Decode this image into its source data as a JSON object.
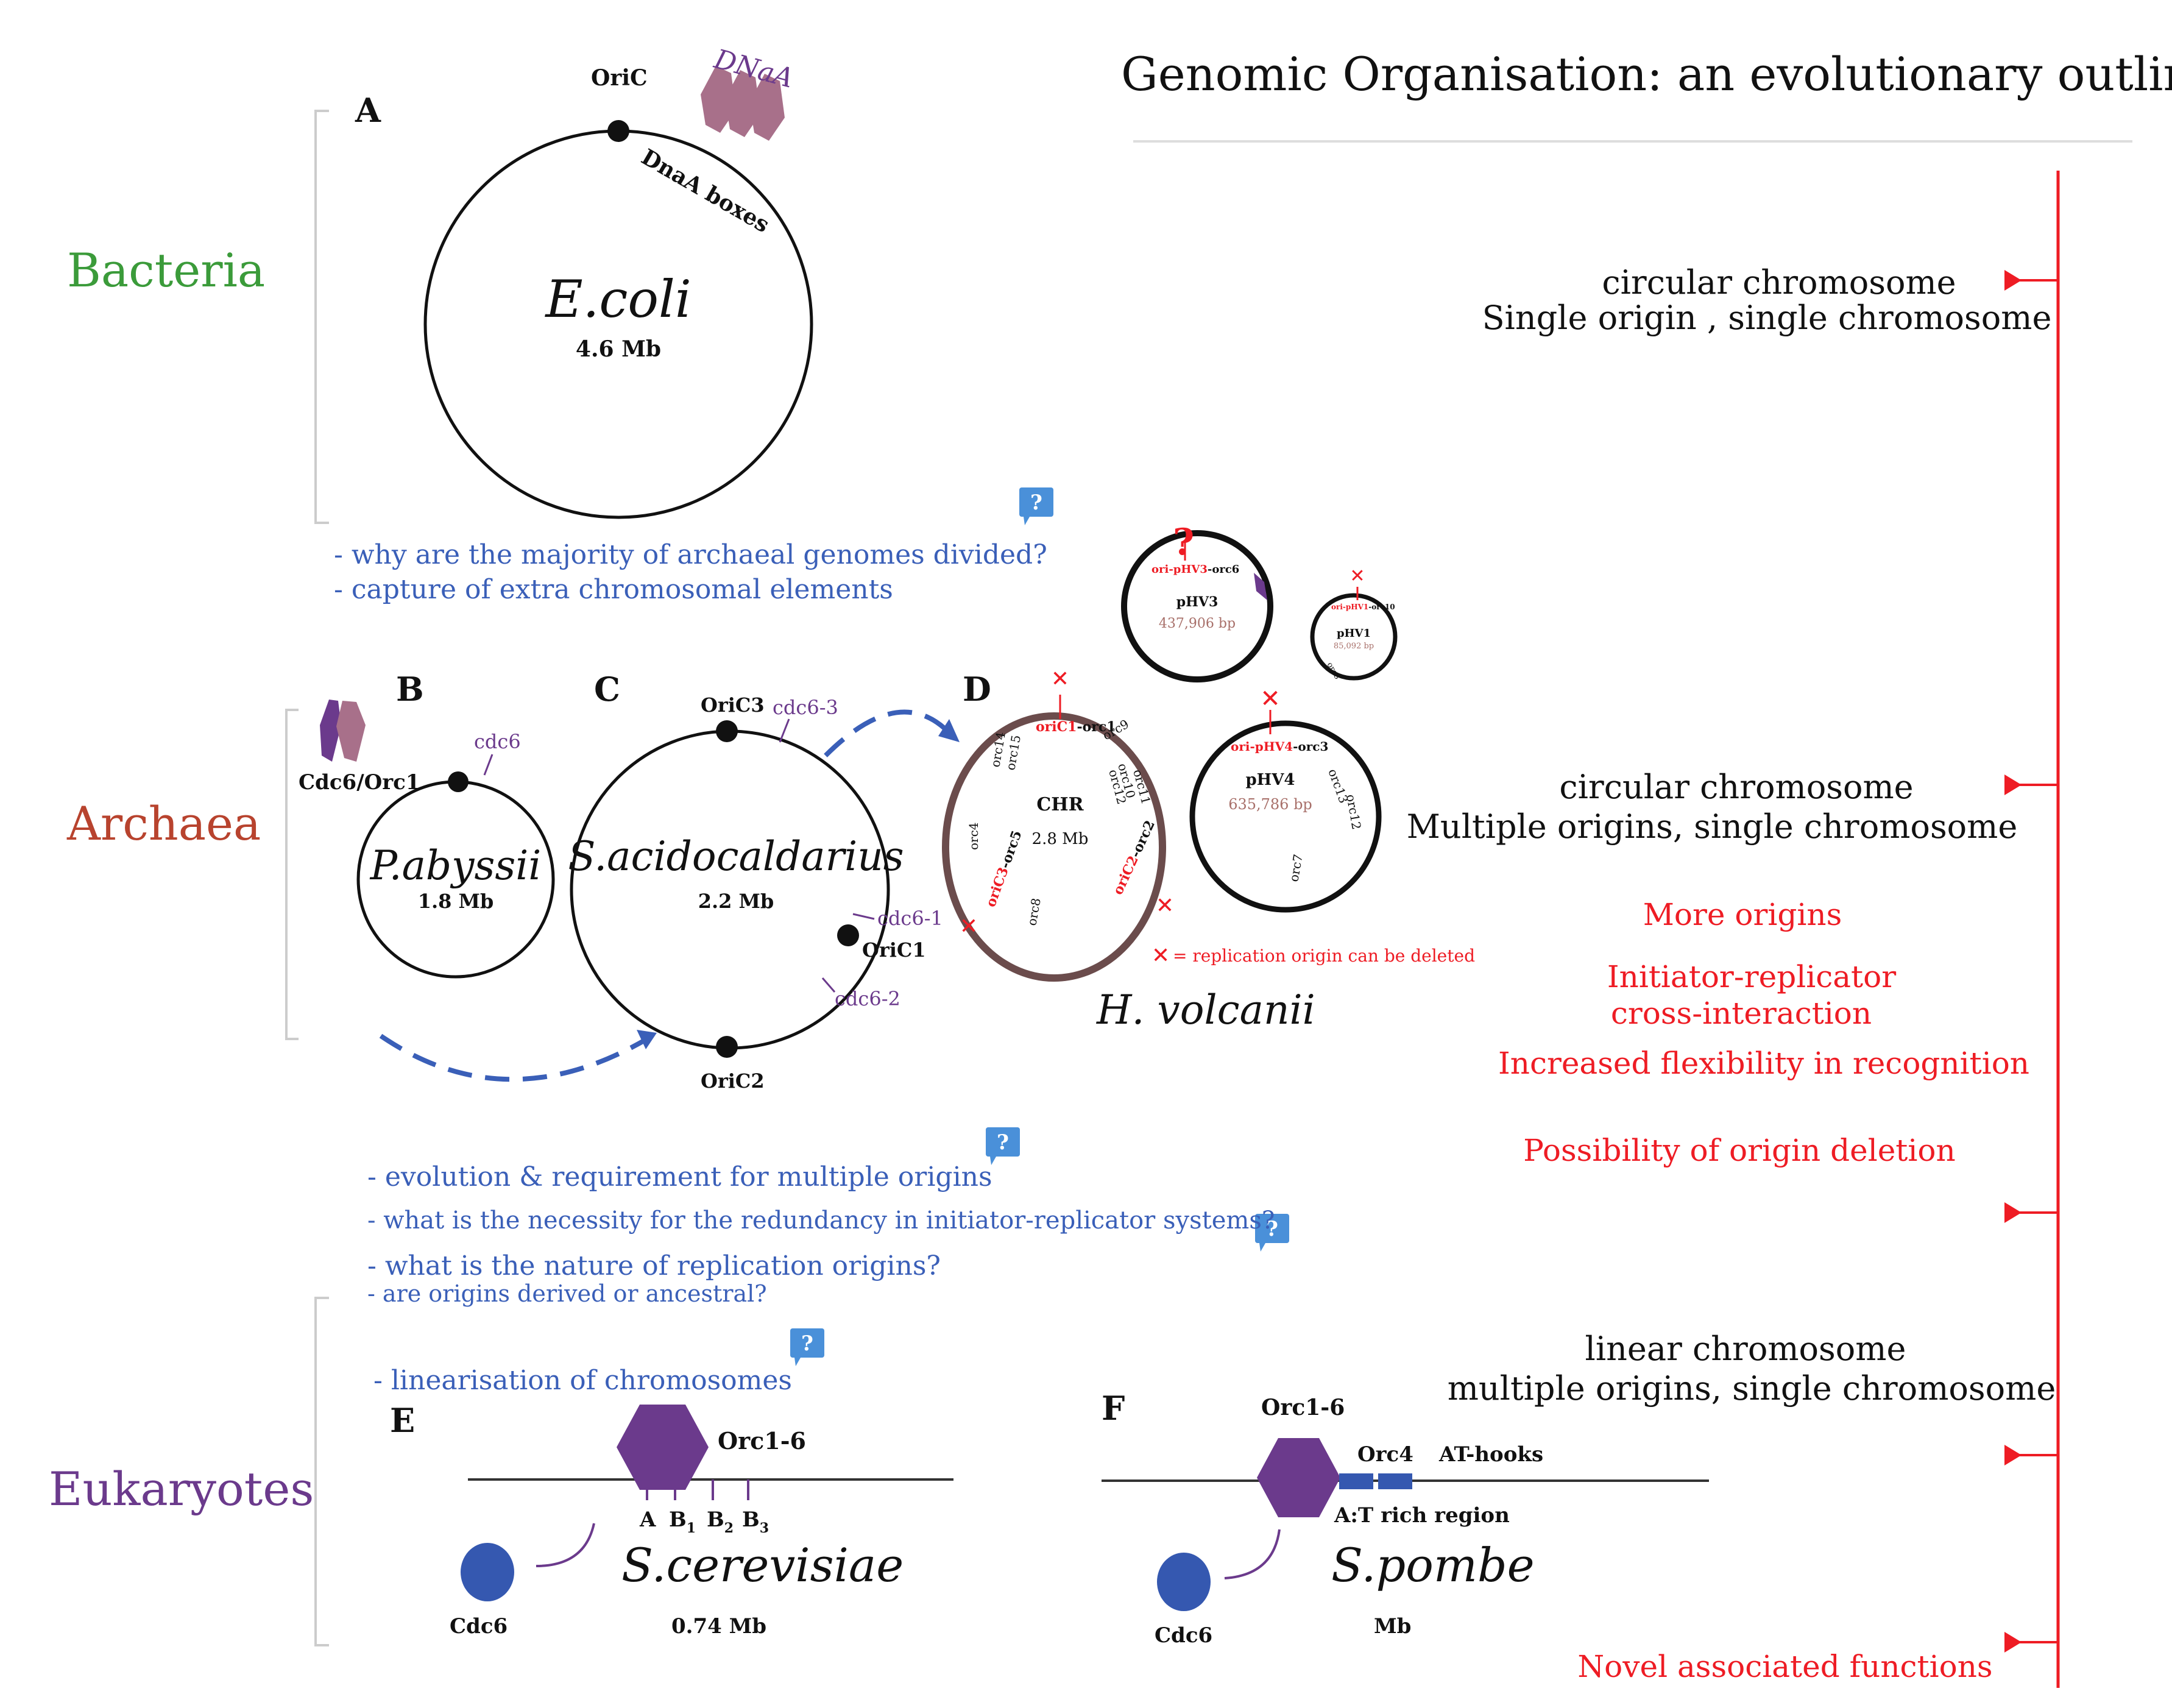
{
  "title": "Genomic Organisation: an evolutionary outline",
  "domains": {
    "bacteria": "Bacteria",
    "archaea": "Archaea",
    "eukaryotes": "Eukaryotes"
  },
  "colors": {
    "bacteria": "#3b9b3a",
    "archaea": "#b8432e",
    "eukaryotes": "#6b3a8c",
    "question_blue": "#3a5fb8",
    "red": "#ee1c24",
    "protein_purple": "#6b3a8c",
    "protein_mauve": "#a8708a",
    "cdc6_blue": "#3558b0"
  },
  "panel_a": {
    "letter": "A",
    "organism": "E.coli",
    "size": "4.6 Mb",
    "origin": "OriC",
    "protein": "DNaA",
    "boxes": "DnaA boxes"
  },
  "questions_1": [
    "- why are the majority of archaeal genomes divided?",
    "- capture of extra chromosomal elements"
  ],
  "panel_b": {
    "letter": "B",
    "organism": "P.abyssii",
    "size": "1.8 Mb",
    "gene": "cdc6",
    "protein": "Cdc6/Orc1"
  },
  "panel_c": {
    "letter": "C",
    "organism": "S.acidocaldarius",
    "size": "2.2 Mb",
    "origins": [
      "OriC1",
      "OriC2",
      "OriC3"
    ],
    "genes": [
      "cdc6-1",
      "cdc6-2",
      "cdc6-3"
    ]
  },
  "panel_d": {
    "letter": "D",
    "organism": "H. volcanii",
    "chr_name": "CHR",
    "chr_size": "2.8 Mb",
    "chr_ori1_red": "oriC1",
    "chr_ori1_black": "-orc1",
    "chr_ori2_red": "oriC2",
    "chr_ori2_black": "-orc2",
    "chr_ori3_red": "oriC3",
    "chr_ori3_black": "-orc5",
    "chr_genes": [
      "orc14",
      "orc15",
      "orc9",
      "orc10",
      "orc11",
      "orc12",
      "orc4",
      "orc8"
    ],
    "phv3_name": "pHV3",
    "phv3_size": "437,906 bp",
    "phv3_ori_red": "ori-pHV3",
    "phv3_ori_black": "-orc6",
    "phv1_name": "pHV1",
    "phv1_size": "85,092 bp",
    "phv1_ori_red": "ori-pHV1",
    "phv1_ori_black": "-orc10",
    "phv1_gene": "orc8",
    "phv4_name": "pHV4",
    "phv4_size": "635,786 bp",
    "phv4_ori_red": "ori-pHV4",
    "phv4_ori_black": "-orc3",
    "phv4_genes": [
      "orc13",
      "orc12",
      "orc7"
    ],
    "question_mark": "?",
    "legend_mark": "✕",
    "legend_text": "= replication origin can be deleted"
  },
  "questions_2": [
    "- evolution & requirement for multiple origins",
    "- what is the necessity for the redundancy in initiator-replicator systems?",
    "- what is the nature of replication origins?",
    "- are origins derived or ancestral?"
  ],
  "questions_3": [
    "- linearisation of chromosomes"
  ],
  "question_badge": "?",
  "panel_e": {
    "letter": "E",
    "organism": "S.cerevisiae",
    "size": "0.74 Mb",
    "complex": "Orc1-6",
    "initiator": "Cdc6",
    "elements": [
      "A",
      "B",
      "B",
      "B"
    ],
    "element_subs": [
      "",
      "1",
      "2",
      "3"
    ]
  },
  "panel_f": {
    "letter": "F",
    "organism": "S.pombe",
    "size": "Mb",
    "complex": "Orc1-6",
    "subunit": "Orc4",
    "hooks": "AT-hooks",
    "region": "A:T rich region",
    "initiator": "Cdc6"
  },
  "timeline": {
    "bacteria_features": [
      "circular chromosome",
      "Single origin , single chromosome"
    ],
    "archaea_features": [
      "circular chromosome",
      "Multiple origins, single chromosome"
    ],
    "archaea_red": [
      "More origins",
      "Initiator-replicator",
      "cross-interaction",
      "Increased flexibility in recognition",
      "Possibility of origin deletion"
    ],
    "eukaryote_features": [
      "linear chromosome",
      "multiple origins, single chromosome"
    ],
    "eukaryote_red": [
      "Novel associated functions"
    ]
  }
}
